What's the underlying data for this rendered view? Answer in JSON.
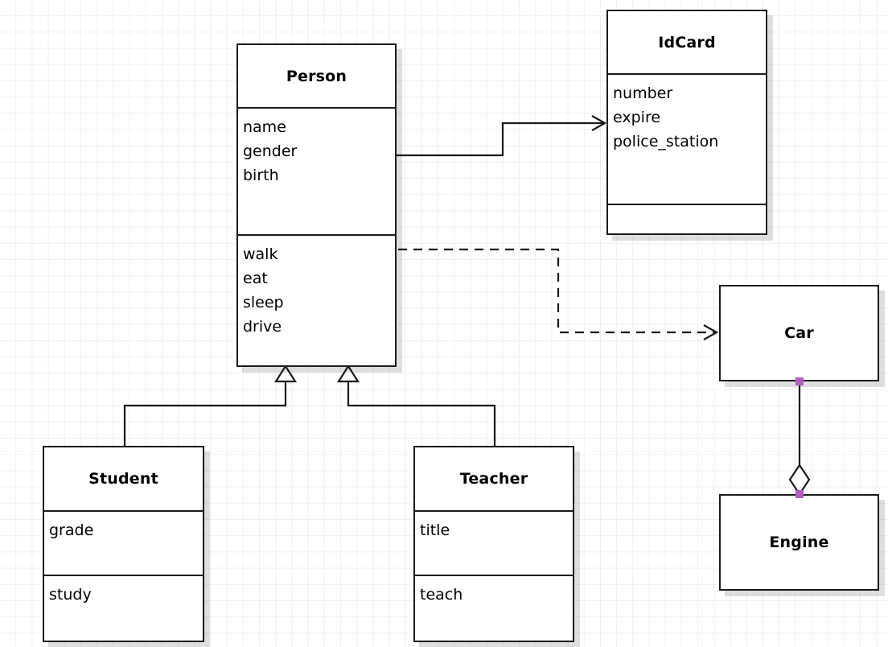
{
  "diagram": {
    "type": "uml-class-diagram",
    "background": "#ffffff",
    "grid_color": "#f0f0f0",
    "line_color": "#1a1a1a",
    "handle_color": "#b05ec0",
    "classes": [
      {
        "id": "person",
        "name": "Person",
        "attributes": [
          "name",
          "gender",
          "birth"
        ],
        "operations": [
          "walk",
          "eat",
          "sleep",
          "drive"
        ]
      },
      {
        "id": "idcard",
        "name": "IdCard",
        "attributes": [
          "number",
          "expire",
          "police_station"
        ],
        "operations": []
      },
      {
        "id": "student",
        "name": "Student",
        "attributes": [
          "grade"
        ],
        "operations": [
          "study"
        ]
      },
      {
        "id": "teacher",
        "name": "Teacher",
        "attributes": [
          "title"
        ],
        "operations": [
          "teach"
        ]
      },
      {
        "id": "car",
        "name": "Car",
        "attributes": [],
        "operations": []
      },
      {
        "id": "engine",
        "name": "Engine",
        "attributes": [],
        "operations": []
      }
    ],
    "relationships": [
      {
        "id": "person-idcard",
        "kind": "association",
        "from": "Person",
        "to": "IdCard",
        "style": "solid",
        "arrow": "open"
      },
      {
        "id": "person-car",
        "kind": "dependency",
        "from": "Person",
        "to": "Car",
        "style": "dashed",
        "arrow": "open"
      },
      {
        "id": "student-person",
        "kind": "generalization",
        "from": "Student",
        "to": "Person",
        "style": "solid",
        "arrow": "hollow-triangle"
      },
      {
        "id": "teacher-person",
        "kind": "generalization",
        "from": "Teacher",
        "to": "Person",
        "style": "solid",
        "arrow": "hollow-triangle"
      },
      {
        "id": "car-engine",
        "kind": "aggregation",
        "from": "Car",
        "to": "Engine",
        "style": "solid",
        "arrow": "hollow-diamond",
        "selected": true
      }
    ]
  }
}
